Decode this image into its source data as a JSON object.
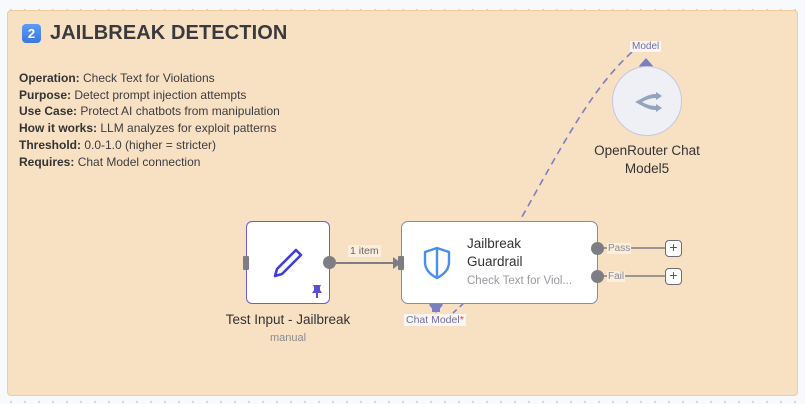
{
  "sticky_note": {
    "badge": "2",
    "title": "JAILBREAK DETECTION",
    "notes": [
      {
        "label": "Operation:",
        "text": " Check Text for Violations"
      },
      {
        "label": "Purpose:",
        "text": " Detect prompt injection attempts"
      },
      {
        "label": "Use Case:",
        "text": " Protect AI chatbots from manipulation"
      },
      {
        "label": "How it works:",
        "text": " LLM analyzes for exploit patterns"
      },
      {
        "label": "Threshold:",
        "text": " 0.0-1.0 (higher = stricter)"
      },
      {
        "label": "Requires:",
        "text": " Chat Model connection"
      }
    ],
    "background_color": "#f8e1c3"
  },
  "nodes": {
    "trigger": {
      "name": "Test Input - Jailbreak",
      "subtitle": "manual",
      "icon": "pencil-icon",
      "pinned_icon": "pin-icon",
      "accent_color": "#3d3fd8"
    },
    "guardrail": {
      "name_line1": "Jailbreak",
      "name_line2": "Guardrail",
      "subtitle": "Check Text for Viol...",
      "icon": "shield-icon",
      "accent_color": "#4a8ef0",
      "outputs": [
        {
          "label": "Pass",
          "add_label": "+"
        },
        {
          "label": "Fail",
          "add_label": "+"
        }
      ],
      "sub_input": {
        "label": "Chat Model",
        "required_mark": "*"
      }
    },
    "chat_model": {
      "name_line1": "OpenRouter Chat",
      "name_line2": "Model5",
      "icon": "openrouter-icon",
      "output_label": "Model"
    }
  },
  "connections": {
    "main_edge_label": "1 item",
    "ai_connection_color": "#7b7fc0"
  }
}
